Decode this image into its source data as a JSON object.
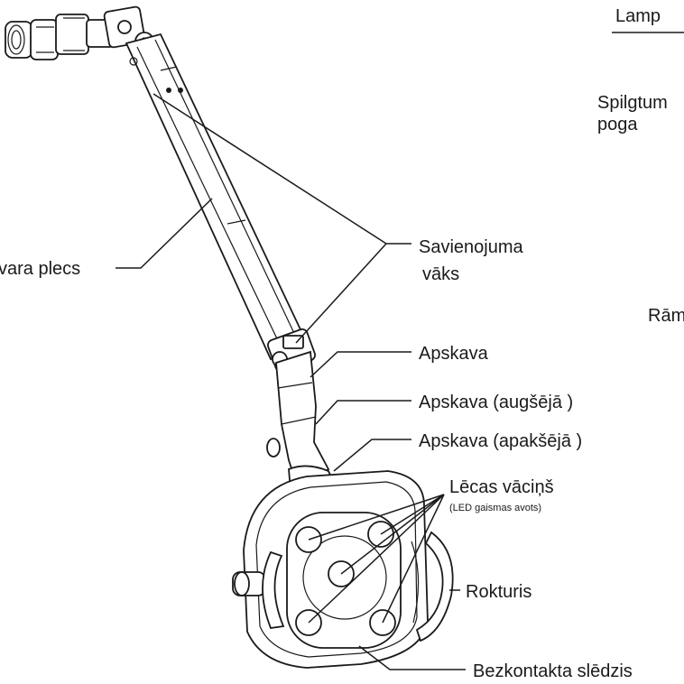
{
  "labels": {
    "lamp": "Lamp",
    "brightness_line1": "Spilgtum",
    "brightness_line2": "poga",
    "arm": "vara plecs",
    "joint_cover_line1": "Savienojuma",
    "joint_cover_line2": "vāks",
    "frame": "Rām",
    "clamp": "Apskava",
    "clamp_upper": "Apskava (augšējā )",
    "clamp_lower": "Apskava (apakšējā )",
    "lens_cap": "Lēcas vāciņš",
    "led_source": "(LED gaismas avots)",
    "handle": "Rokturis",
    "contact_switch": "Bezkontakta slēdzis"
  }
}
